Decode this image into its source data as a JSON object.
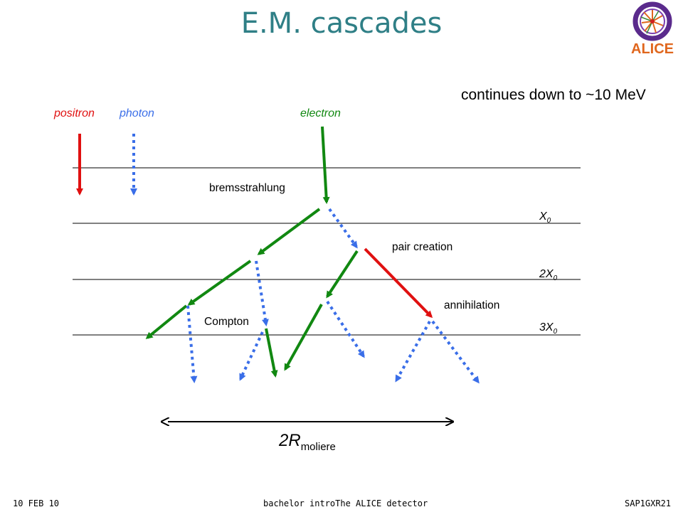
{
  "title": "E.M. cascades",
  "logo": {
    "text": "ALICE",
    "colors": {
      "ring": "#5a2a8c",
      "text": "#e0671e"
    }
  },
  "note": "continues down to ~10 MeV",
  "legend": {
    "positron": {
      "label": "positron",
      "color": "#e01010"
    },
    "photon": {
      "label": "photon",
      "color": "#3a6ee8"
    },
    "electron": {
      "label": "electron",
      "color": "#118811"
    }
  },
  "processes": {
    "bremsstrahlung": "bremsstrahlung",
    "pair_creation": "pair creation",
    "annihilation": "annihilation",
    "compton": "Compton"
  },
  "depth_labels": {
    "x0": {
      "base": "X",
      "sub": "0"
    },
    "x1": {
      "base": "2X",
      "sub": "0"
    },
    "x2": {
      "base": "3X",
      "sub": "0"
    }
  },
  "moliere": {
    "base": "2R",
    "sub": "moliere"
  },
  "footer": {
    "date": "10 FEB 10",
    "course": "bachelor introThe ALICE detector",
    "code": "SAP1GXR21"
  }
}
